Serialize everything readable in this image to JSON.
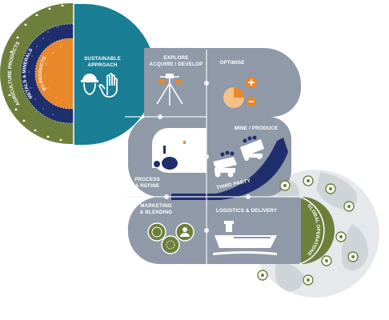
{
  "rings": {
    "outer": "AGRICULTURE PRODUCTS",
    "middle": "METALS & MINERALS",
    "inner": "BY-PRODUCTS"
  },
  "stages": {
    "sustainable": {
      "line1": "SUSTAINABLE",
      "line2": "APPROACH"
    },
    "explore": {
      "line1": "EXPLORE",
      "line2": "ACQUIRE / DEVELOP"
    },
    "optimise": {
      "line1": "OPTIMISE"
    },
    "mine": {
      "line1": "MINE / PRODUCE"
    },
    "third_party": {
      "line1": "THIRD PARTY"
    },
    "process": {
      "line1": "PROCESS",
      "line2": "& REFINE"
    },
    "marketing": {
      "line1": "MARKETING",
      "line2": "& BLENDING"
    },
    "logistics": {
      "line1": "LOGISTICS & DELIVERY"
    },
    "global": {
      "line1": "GLOBAL OPERATIONS"
    }
  },
  "icons": [
    "person-with-hard-hat-icon",
    "raised-hand-icon",
    "drill-rig-icon",
    "pie-chart-plus-minus-icon",
    "mining-truck-icon",
    "refinery-plant-icon",
    "blending-coins-icon",
    "cargo-ship-icon",
    "location-pin-icon"
  ],
  "colors": {
    "olive": "#6e7f3c",
    "navy": "#1f2f6e",
    "orange": "#e8882a",
    "teal": "#1a7e95",
    "slate": "#8f99a8",
    "globe": "#dfe2e6"
  }
}
